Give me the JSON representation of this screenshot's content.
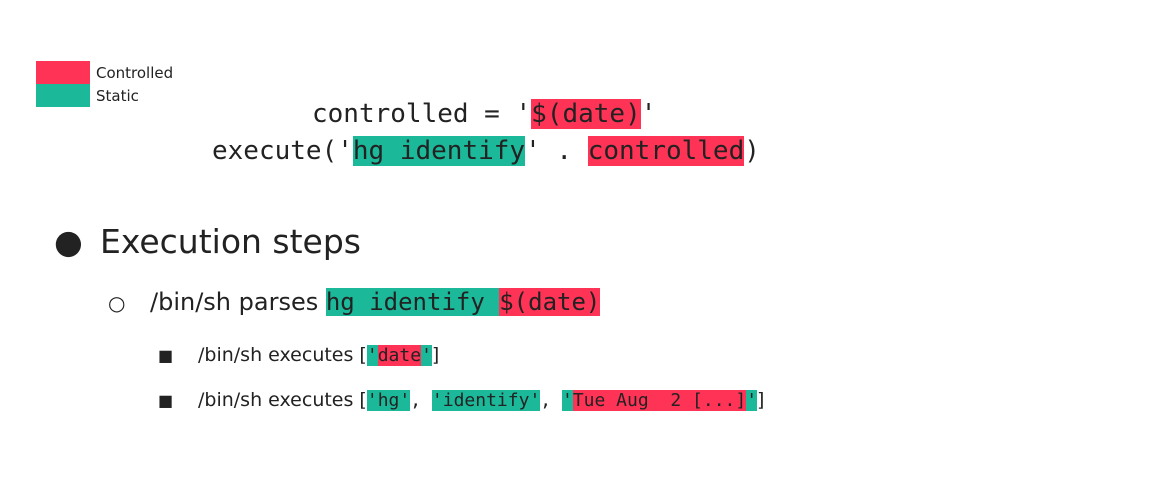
{
  "colors": {
    "controlled": "#ff3355",
    "static": "#1cb89a"
  },
  "legend": {
    "controlled": "Controlled",
    "static": "Static"
  },
  "code": {
    "line1": {
      "prefix": "controlled = '",
      "date": "$(date)",
      "suffix": "'"
    },
    "line2": {
      "prefix": "execute('",
      "hg": "hg identify",
      "mid": "' . ",
      "controlled": "controlled",
      "suffix": ")"
    }
  },
  "bullets": {
    "l1": {
      "marker": "●",
      "text": "Execution steps"
    },
    "l2": {
      "marker": "○",
      "text": "/bin/sh parses ",
      "static": "hg identify ",
      "controlled": "$(date)"
    },
    "l3a": {
      "marker": "■",
      "text": "/bin/sh executes [",
      "q1": "'",
      "val": "date",
      "q2": "'",
      "end": "]"
    },
    "l3b": {
      "marker": "■",
      "text": "/bin/sh executes [",
      "a1": "'hg'",
      "sep1": ", ",
      "a2": "'identify'",
      "sep2": ", ",
      "q3": "'",
      "a3": "Tue Aug  2 [...]",
      "q4": "'",
      "end": "]"
    }
  }
}
